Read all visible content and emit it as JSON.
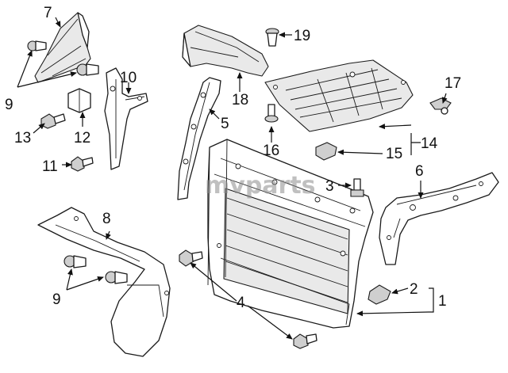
{
  "watermark": "mvparts",
  "callouts": [
    {
      "id": "c1",
      "label": "1"
    },
    {
      "id": "c2",
      "label": "2"
    },
    {
      "id": "c3",
      "label": "3"
    },
    {
      "id": "c4",
      "label": "4"
    },
    {
      "id": "c5",
      "label": "5"
    },
    {
      "id": "c6",
      "label": "6"
    },
    {
      "id": "c7",
      "label": "7"
    },
    {
      "id": "c8",
      "label": "8"
    },
    {
      "id": "c9a",
      "label": "9"
    },
    {
      "id": "c9b",
      "label": "9"
    },
    {
      "id": "c10",
      "label": "10"
    },
    {
      "id": "c11",
      "label": "11"
    },
    {
      "id": "c12",
      "label": "12"
    },
    {
      "id": "c13",
      "label": "13"
    },
    {
      "id": "c14",
      "label": "14"
    },
    {
      "id": "c15",
      "label": "15"
    },
    {
      "id": "c16",
      "label": "16"
    },
    {
      "id": "c17",
      "label": "17"
    },
    {
      "id": "c18",
      "label": "18"
    },
    {
      "id": "c19",
      "label": "19"
    }
  ]
}
